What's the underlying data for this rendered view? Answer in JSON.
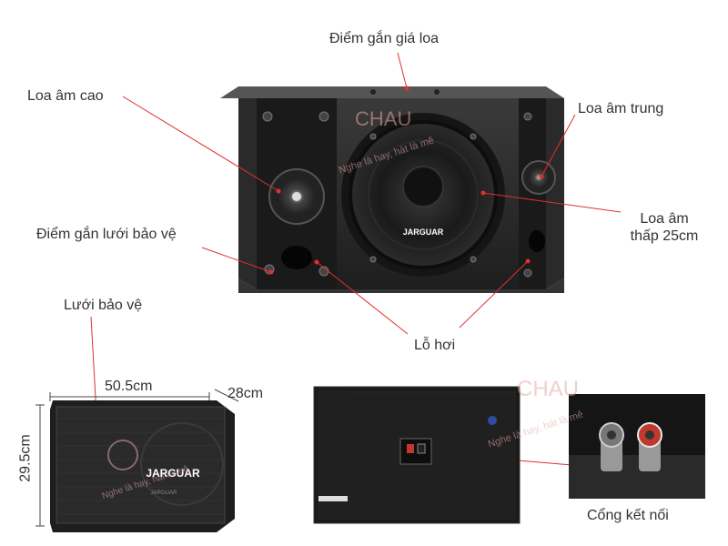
{
  "labels": {
    "mount_point": "Điểm gắn giá loa",
    "tweeter": "Loa âm cao",
    "midrange": "Loa âm trung",
    "woofer_line1": "Loa âm",
    "woofer_line2": "thấp 25cm",
    "grille_mount": "Điểm gắn lưới bảo vệ",
    "grille": "Lưới bảo vệ",
    "port": "Lỗ hơi",
    "connector": "Cổng kết nối"
  },
  "dimensions": {
    "width": "50.5cm",
    "depth": "28cm",
    "height": "29.5cm"
  },
  "brand": "JARGUAR",
  "watermark": {
    "logo": "CHAU",
    "slogan": "Nghe là hay, hát là mê"
  },
  "colors": {
    "leader_line": "#e03030",
    "cabinet": "#1c1c1c",
    "terminal_red": "#c0392b"
  }
}
